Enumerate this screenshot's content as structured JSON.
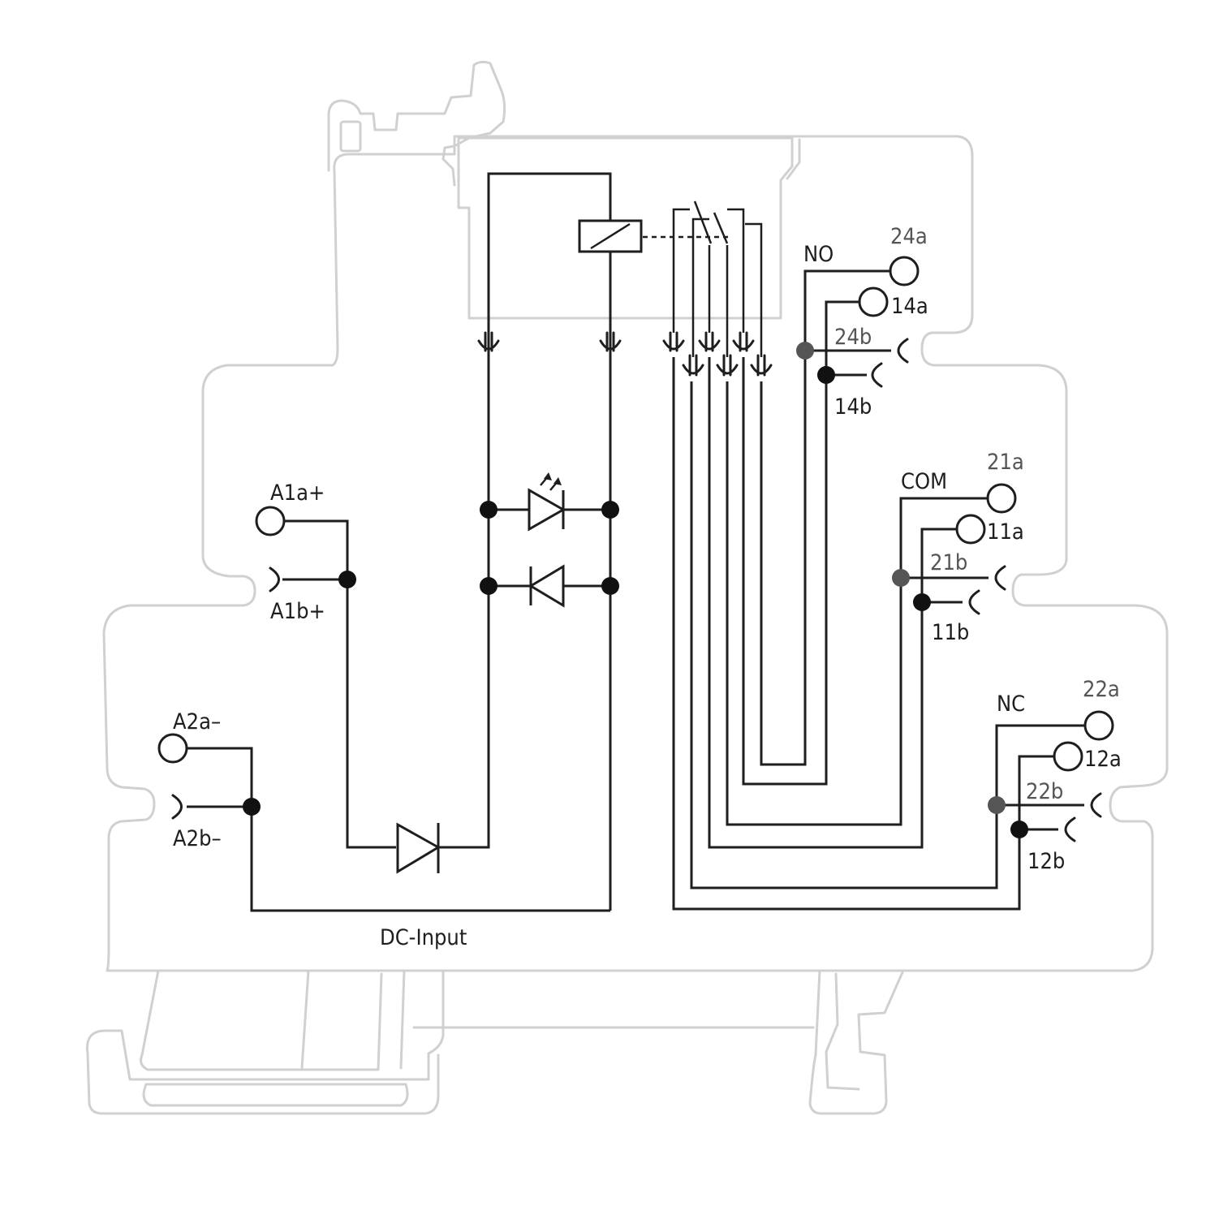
{
  "input": {
    "a1a": "A1a+",
    "a1b": "A1b+",
    "a2a": "A2a–",
    "a2b": "A2b–",
    "caption": "DC-Input"
  },
  "output": {
    "no": "NO",
    "com": "COM",
    "nc": "NC",
    "t24a": "24a",
    "t14a": "14a",
    "t24b": "24b",
    "t14b": "14b",
    "t21a": "21a",
    "t11a": "11a",
    "t21b": "21b",
    "t11b": "11b",
    "t22a": "22a",
    "t12a": "12a",
    "t22b": "22b",
    "t12b": "12b"
  },
  "colors": {
    "wire": "#1e1e1e",
    "housing": "#d0d0d0",
    "grey_label": "#555555"
  }
}
